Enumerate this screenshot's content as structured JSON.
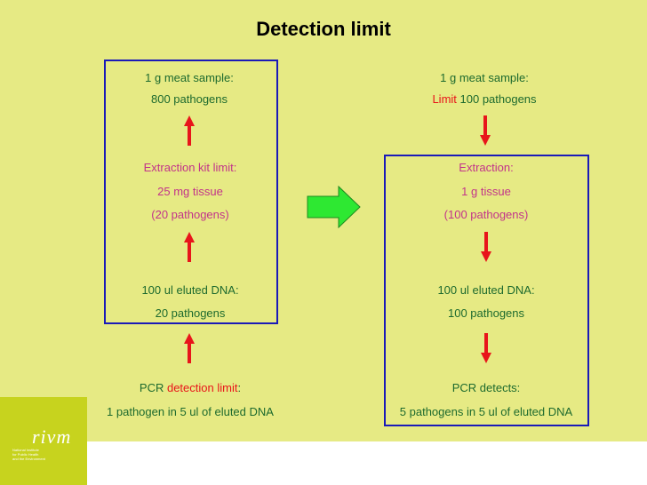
{
  "title": "Detection limit",
  "left": {
    "sample_line1": "1 g meat sample:",
    "sample_line2": "800 pathogens",
    "kit_line1": "Extraction kit limit:",
    "kit_line2": "25 mg tissue",
    "kit_line3": "(20 pathogens)",
    "dna_line1": "100 ul eluted DNA:",
    "dna_line2": "20 pathogens",
    "pcr_prefix": "PCR ",
    "pcr_highlight": "detection limit",
    "pcr_suffix": ":",
    "pcr_line2": "1 pathogen in 5 ul of eluted DNA"
  },
  "right": {
    "sample_line1": "1 g meat sample:",
    "limit_word": "Limit",
    "sample_line2_rest": " 100 pathogens",
    "ext_line1": "Extraction:",
    "ext_line2": "1 g tissue",
    "ext_line3": "(100 pathogens)",
    "dna_line1": "100 ul eluted DNA:",
    "dna_line2": "100 pathogens",
    "pcr_line1": "PCR detects:",
    "pcr_line2": "5 pathogens in 5 ul of eluted DNA"
  },
  "logo": {
    "word": "rivm",
    "sub_line1": "National Institute",
    "sub_line2": "for Public Health",
    "sub_line3": "and the Environment"
  },
  "colors": {
    "background": "#e6ea84",
    "box_border": "#1a1ab8",
    "green_text": "#1d6a2e",
    "pink_text": "#c2338a",
    "red": "#e8151a",
    "big_arrow": "#2ee832"
  }
}
